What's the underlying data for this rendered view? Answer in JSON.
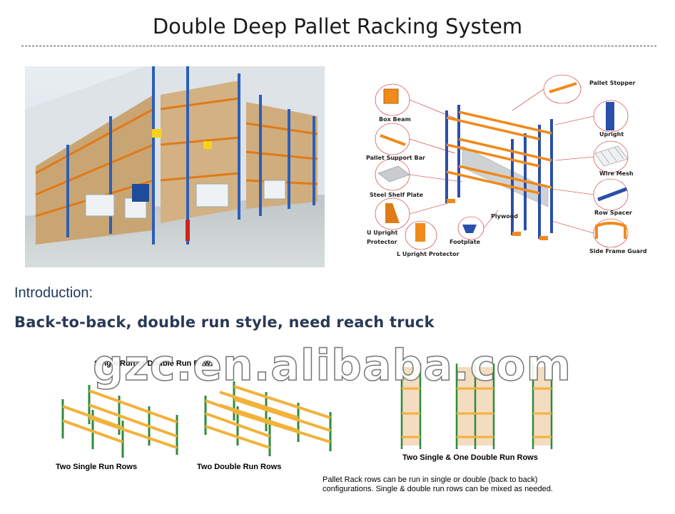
{
  "title": "Double Deep Pallet Racking System",
  "diagram": {
    "labels": {
      "box_beam": "Box Beam",
      "pallet_support_bar": "Pallet Support Bar",
      "steel_shelf_plate": "Steel Shelf Plate",
      "u_upright_protector_1": "U Upright",
      "u_upright_protector_2": "Protector",
      "l_upright_protector": "L Upright Protector",
      "footplate": "Footplate",
      "plywood": "Plywood",
      "pallet_stopper": "Pallet Stopper",
      "upright": "Upright",
      "wire_mesh": "Wire Mesh",
      "row_spacer": "Row Spacer",
      "side_frame_guard": "Side Frame Guard"
    }
  },
  "introduction": {
    "heading": "Introduction:",
    "subtitle": "Back-to-back, double run style, need reach truck"
  },
  "figures": {
    "overlay_label": "Single Run or Double Run Rows",
    "caption_single": "Two Single Run Rows",
    "caption_double": "Two Double Run Rows",
    "caption_mixed": "Two Single & One Double Run Rows"
  },
  "note": {
    "line1": "Pallet Rack rows can be run in single or double (back to back)",
    "line2": "configurations.  Single & double run rows can be mixed as needed."
  },
  "watermark": "gzc.en.alibaba.com",
  "colors": {
    "upright_blue": "#2b4fa8",
    "beam_orange": "#f08a1a",
    "rack_green": "#2e8b3a",
    "rack_yellow": "#f2b23a"
  }
}
